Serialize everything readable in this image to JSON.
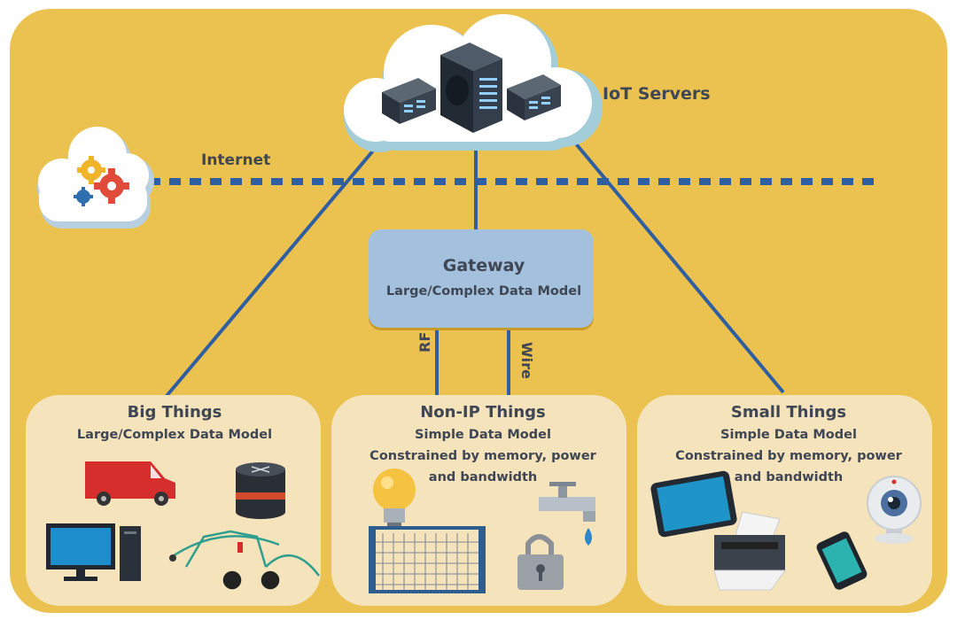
{
  "labels": {
    "iot_servers": "IoT Servers",
    "internet": "Internet",
    "rf": "RF",
    "wire": "Wire"
  },
  "gateway": {
    "title": "Gateway",
    "subtitle": "Large/Complex Data Model"
  },
  "panels": {
    "big": {
      "title": "Big Things",
      "line1": "Large/Complex Data Model"
    },
    "nonip": {
      "title": "Non-IP Things",
      "line1": "Simple Data Model",
      "line2": "Constrained by memory, power",
      "line3": "and bandwidth"
    },
    "small": {
      "title": "Small Things",
      "line1": "Simple Data Model",
      "line2": "Constrained by memory, power",
      "line3": "and bandwidth"
    }
  },
  "icons": [
    "cloud-servers-icon",
    "cloud-gears-icon",
    "van-icon",
    "router-icon",
    "desktop-computer-icon",
    "irrigation-cart-icon",
    "light-bulb-icon",
    "water-faucet-icon",
    "gate-icon",
    "padlock-icon",
    "tablet-icon",
    "printer-icon",
    "smartphone-icon",
    "webcam-icon"
  ],
  "colors": {
    "background": "#ebc24f",
    "panel": "#f4e3bb",
    "gateway": "#a3c0dc",
    "link": "#2f5fa0",
    "text": "#3f4654"
  }
}
